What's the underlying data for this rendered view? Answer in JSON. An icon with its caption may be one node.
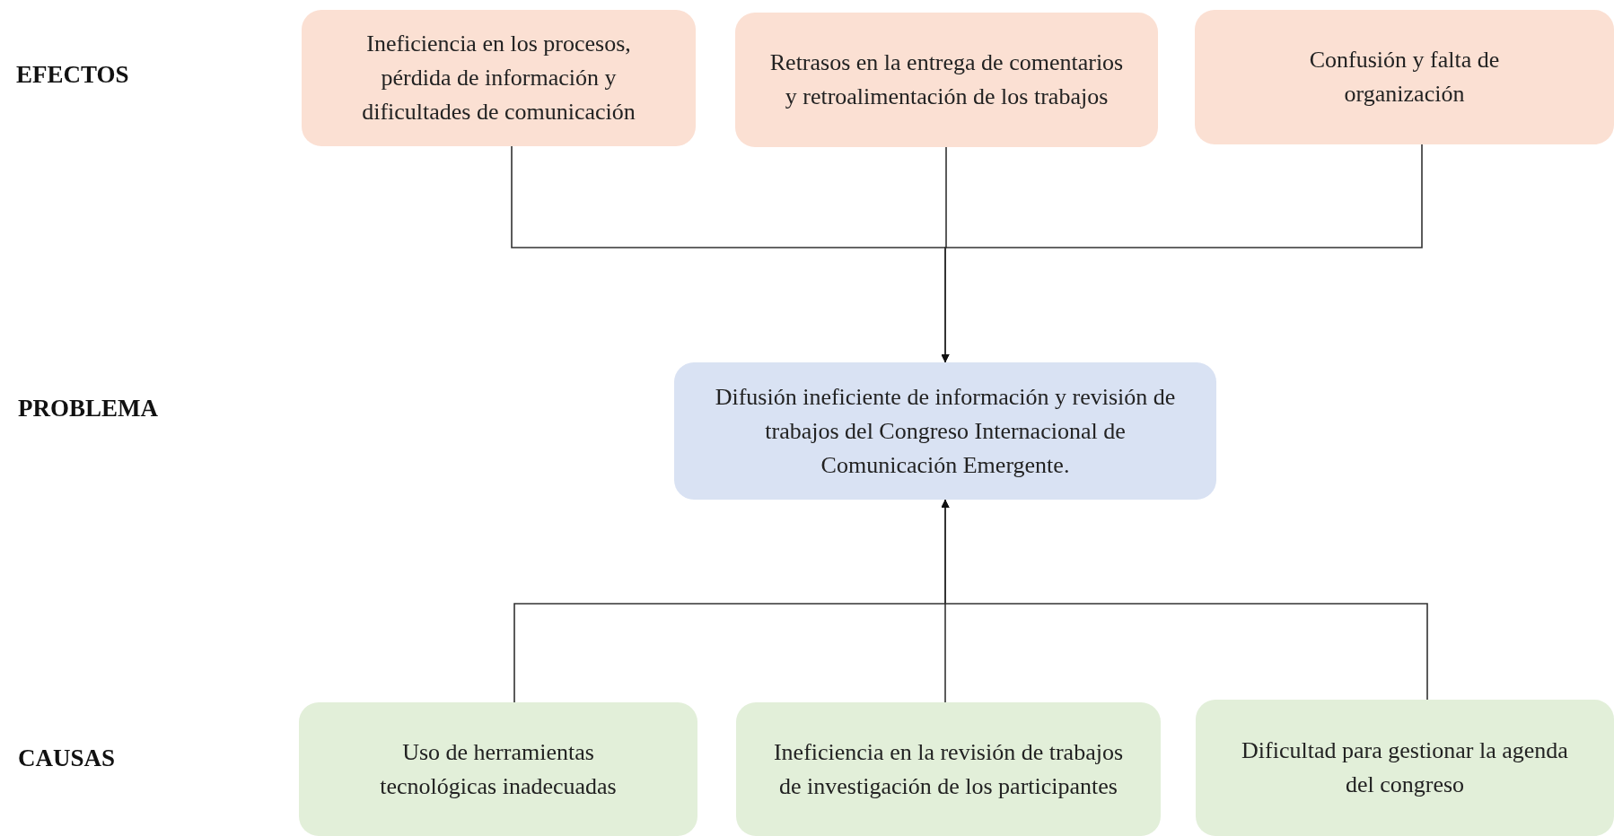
{
  "diagram": {
    "nodes": [
      {
        "text": [
          "Ineficiencia en los procesos, pérdida de información y dificultades de comunicación"
        ]
      },
      {
        "text": [
          "Retrasos en la entrega de comentarios y retroalimentación de los trabajos"
        ]
      },
      {
        "text": [
          "Confusión y falta de organización"
        ]
      },
      {
        "text": [
          "Difusión ineficiente de información y revisión de trabajos del Congreso Internacional de Comunicación Emergente."
        ]
      },
      {
        "text": [
          "Uso de herramientas tecnológicas inadecuadas"
        ]
      },
      {
        "text": [
          "Ineficiencia en la revisión de trabajos de investigación de los participantes"
        ]
      },
      {
        "text": [
          "Dificultad para gestionar la agenda del congreso"
        ]
      }
    ],
    "edges": [
      {
        "from": 0,
        "to": 3,
        "arrow": "to"
      },
      {
        "from": 1,
        "to": 3,
        "arrow": "to"
      },
      {
        "from": 2,
        "to": 3,
        "arrow": "to"
      },
      {
        "from": 4,
        "to": 3,
        "arrow": "to"
      },
      {
        "from": 5,
        "to": 3,
        "arrow": "to"
      },
      {
        "from": 6,
        "to": 3,
        "arrow": "to"
      }
    ],
    "labels": [
      "EFECTOS",
      "PROBLEMA",
      "CAUSAS"
    ]
  }
}
